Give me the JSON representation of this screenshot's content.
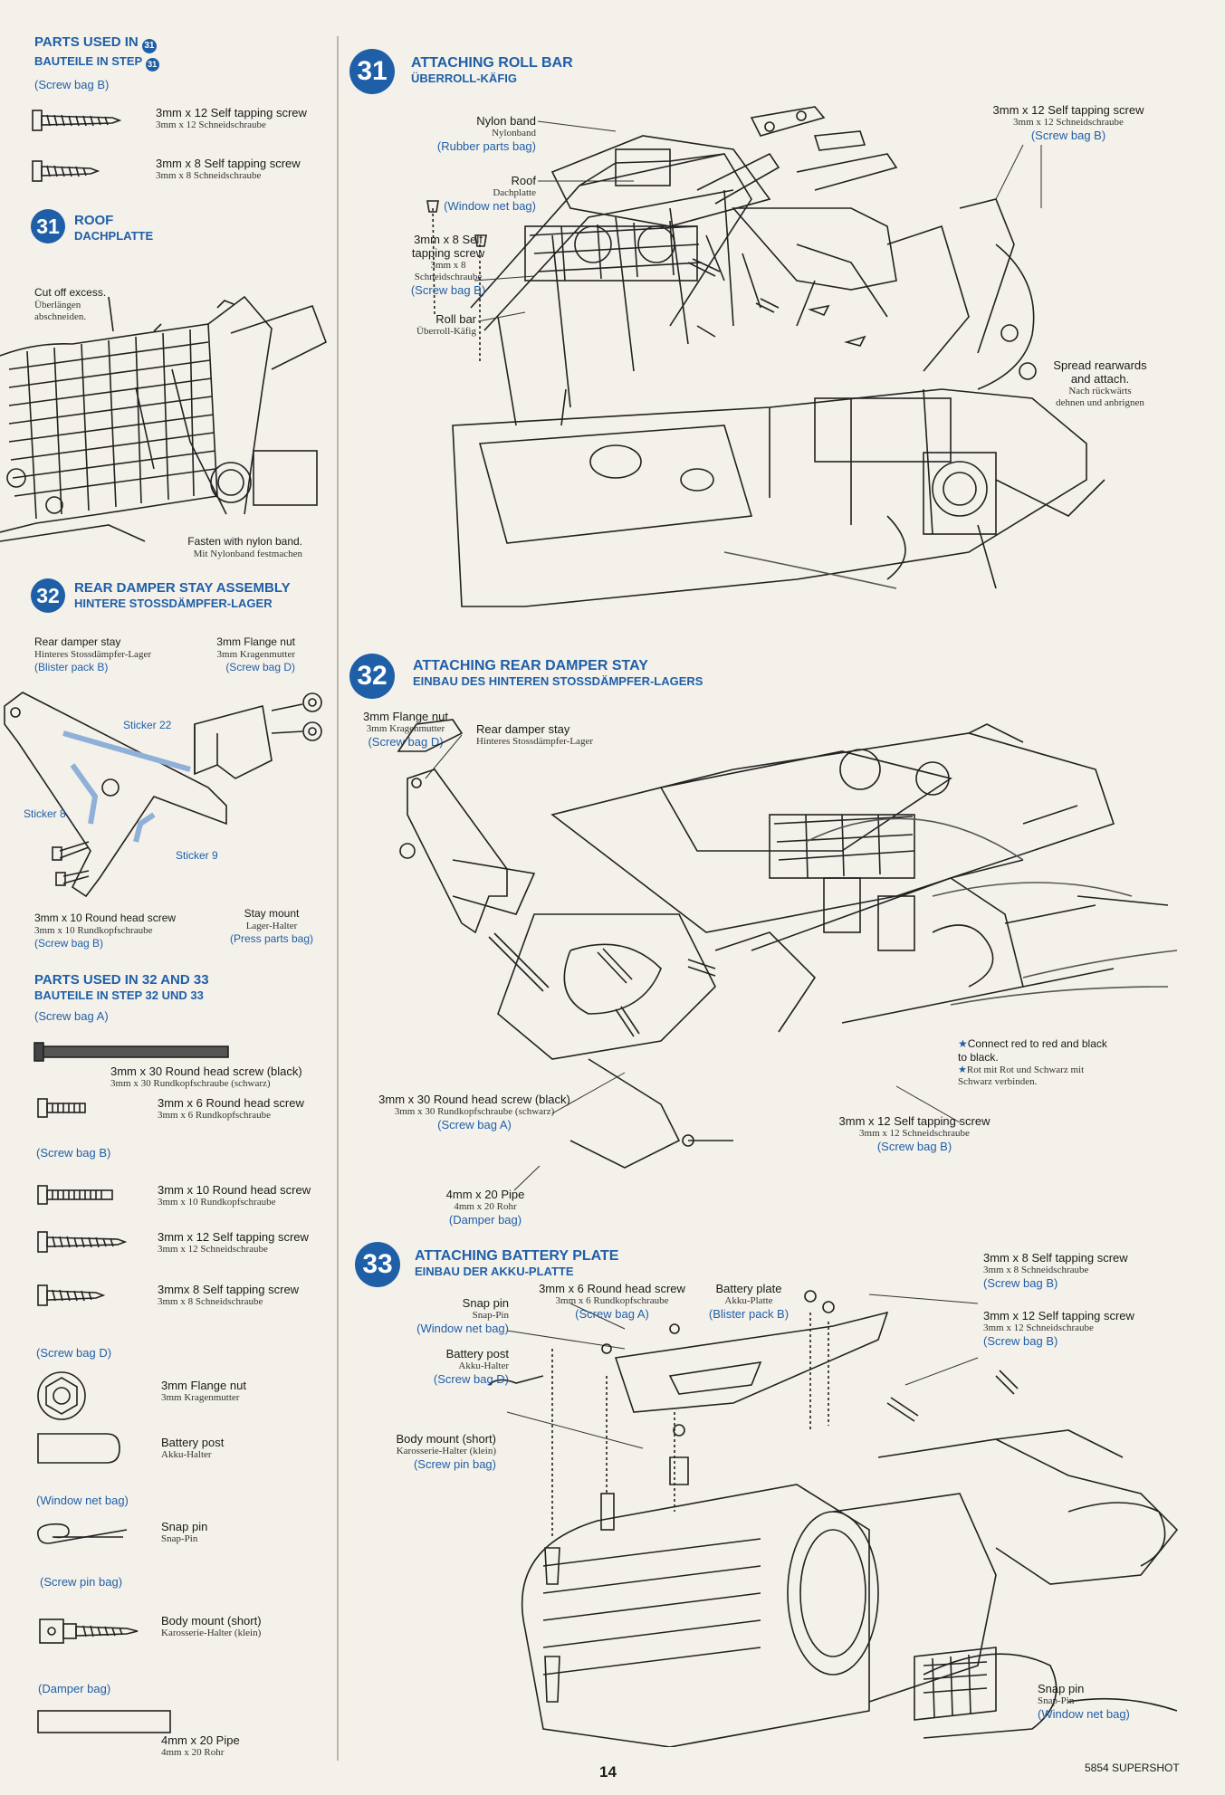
{
  "colors": {
    "accent": "#1f5fa8",
    "paper": "#f4f1ea",
    "ink": "#1a1a1a"
  },
  "left": {
    "parts31": {
      "line1": "PARTS USED IN",
      "line2": "BAUTEILE IN STEP",
      "num": "31",
      "bag": "(Screw bag B)",
      "items": [
        {
          "en": "3mm x 12 Self tapping screw",
          "de": "3mm x 12 Schneidschraube",
          "icon": "self-tapping-screw-icon"
        },
        {
          "en": "3mm x 8 Self tapping screw",
          "de": "3mm x 8 Schneidschraube",
          "icon": "self-tapping-screw-icon"
        }
      ]
    },
    "roof": {
      "num": "31",
      "title": "ROOF",
      "title_de": "DACHPLATTE",
      "cut_en": "Cut off excess.",
      "cut_de1": "Überlängen",
      "cut_de2": "abschneiden.",
      "fasten_en": "Fasten with nylon band.",
      "fasten_de": "Mit Nylonband festmachen"
    },
    "stay": {
      "num": "32",
      "title": "REAR DAMPER STAY ASSEMBLY",
      "title_de": "HINTERE STOSSDÄMPFER-LAGER",
      "stay_en": "Rear damper stay",
      "stay_de": "Hinteres Stossdämpfer-Lager",
      "stay_bag": "(Blister pack B)",
      "nut_en": "3mm Flange nut",
      "nut_de": "3mm Kragenmutter",
      "nut_bag": "(Screw bag D)",
      "sticker22": "Sticker 22",
      "sticker8": "Sticker 8",
      "sticker9": "Sticker 9",
      "screw_en": "3mm x 10 Round head screw",
      "screw_de": "3mm x 10 Rundkopfschraube",
      "screw_bag": "(Screw bag B)",
      "mount_en": "Stay mount",
      "mount_de": "Lager-Halter",
      "mount_bag": "(Press parts bag)"
    },
    "parts3233": {
      "line1": "PARTS USED IN 32 AND 33",
      "line2": "BAUTEILE IN STEP 32 UND 33",
      "bagA": "(Screw bag A)",
      "a1_en": "3mm x 30 Round head screw (black)",
      "a1_de": "3mm x 30 Rundkopfschraube (schwarz)",
      "a2_en": "3mm x 6 Round head screw",
      "a2_de": "3mm x 6 Rundkopfschraube",
      "bagB": "(Screw bag B)",
      "b1_en": "3mm x 10 Round head screw",
      "b1_de": "3mm x 10 Rundkopfschraube",
      "b2_en": "3mm x 12 Self tapping screw",
      "b2_de": "3mm x 12 Schneidschraube",
      "b3_en": "3mmx 8 Self tapping screw",
      "b3_de": "3mm x 8 Schneidschraube",
      "bagD": "(Screw bag D)",
      "d1_en": "3mm Flange nut",
      "d1_de": "3mm Kragenmutter",
      "d2_en": "Battery post",
      "d2_de": "Akku-Halter",
      "bagW": "(Window net bag)",
      "w1_en": "Snap pin",
      "w1_de": "Snap-Pin",
      "bagP": "(Screw pin bag)",
      "p1_en": "Body mount (short)",
      "p1_de": "Karosserie-Halter (klein)",
      "bagDm": "(Damper bag)",
      "dm1_en": "4mm x 20 Pipe",
      "dm1_de": "4mm x 20 Rohr"
    }
  },
  "step31": {
    "num": "31",
    "title": "ATTACHING ROLL BAR",
    "title_de": "ÜBERROLL-KÄFIG",
    "nylon_en": "Nylon band",
    "nylon_de": "Nylonband",
    "nylon_bag": "(Rubber parts bag)",
    "roof_en": "Roof",
    "roof_de": "Dachplatte",
    "roof_bag": "(Window net bag)",
    "s8_en1": "3mm x 8 Self",
    "s8_en2": "tapping screw",
    "s8_de1": "3mm x 8",
    "s8_de2": "Schneidschraube",
    "s8_bag": "(Screw bag B)",
    "bar_en": "Roll bar",
    "bar_de": "Überroll-Käfig",
    "s12_en": "3mm x 12 Self tapping screw",
    "s12_de": "3mm x 12 Schneidschraube",
    "s12_bag": "(Screw bag B)",
    "spread_en1": "Spread rearwards",
    "spread_en2": "and attach.",
    "spread_de1": "Nach rückwärts",
    "spread_de2": "dehnen und anbrignen"
  },
  "step32": {
    "num": "32",
    "title": "ATTACHING REAR DAMPER STAY",
    "title_de": "EINBAU DES HINTEREN STOSSDÄMPFER-LAGERS",
    "nut_en": "3mm Flange nut",
    "nut_de": "3mm Kragenmutter",
    "nut_bag": "(Screw bag D)",
    "stay_en": "Rear damper stay",
    "stay_de": "Hinteres Stossdämpfer-Lager",
    "connect_en1": "Connect red to red and black",
    "connect_en2": "to black.",
    "connect_de1": "Rot mit Rot und Schwarz mit",
    "connect_de2": "Schwarz verbinden.",
    "s30_en": "3mm x 30 Round head screw (black)",
    "s30_de": "3mm x 30 Rundkopfschraube (schwarz)",
    "s30_bag": "(Screw bag A)",
    "s12_en": "3mm x 12 Self tapping screw",
    "s12_de": "3mm x 12 Schneidschraube",
    "s12_bag": "(Screw bag B)",
    "pipe_en": "4mm x 20 Pipe",
    "pipe_de": "4mm x 20 Rohr",
    "pipe_bag": "(Damper bag)"
  },
  "step33": {
    "num": "33",
    "title": "ATTACHING BATTERY PLATE",
    "title_de": "EINBAU DER AKKU-PLATTE",
    "s6_en": "3mm x 6 Round head screw",
    "s6_de": "3mm x 6 Rundkopfschraube",
    "s6_bag": "(Screw bag A)",
    "plate_en": "Battery plate",
    "plate_de": "Akku-Platte",
    "plate_bag": "(Blister pack B)",
    "snap_en": "Snap pin",
    "snap_de": "Snap-Pin",
    "snap_bag": "(Window net bag)",
    "post_en": "Battery post",
    "post_de": "Akku-Halter",
    "post_bag": "(Screw bag D)",
    "body_en": "Body mount (short)",
    "body_de": "Karosserie-Halter (klein)",
    "body_bag": "(Screw pin bag)",
    "s8_en": "3mm x 8 Self tapping screw",
    "s8_de": "3mm x 8 Schneidschraube",
    "s8_bag": "(Screw bag B)",
    "s12_en": "3mm x 12 Self tapping screw",
    "s12_de": "3mm x 12 Schneidschraube",
    "s12_bag": "(Screw bag B)",
    "snap2_en": "Snap pin",
    "snap2_de": "Snap-Pin",
    "snap2_bag": "(Window net bag)"
  },
  "footer": {
    "page": "14",
    "model": "5854 SUPERSHOT"
  }
}
